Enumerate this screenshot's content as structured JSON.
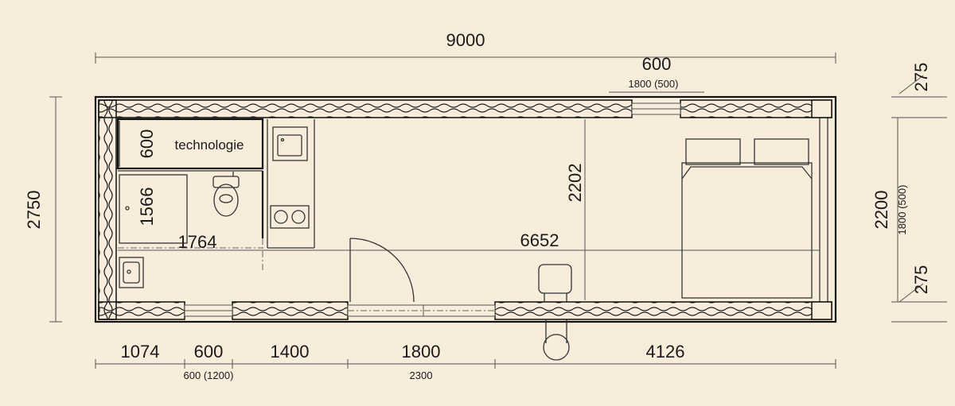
{
  "dimensions": {
    "overall_length": "9000",
    "overall_width": "2750",
    "inner_width": "2200",
    "inner_width_note": "1800 (500)",
    "right_top_offset": "275",
    "right_bottom_offset": "275",
    "top_window_width": "600",
    "top_window_note": "1800 (500)",
    "bottom_segments": [
      {
        "label": "1074",
        "note": ""
      },
      {
        "label": "600",
        "note": "600 (1200)"
      },
      {
        "label": "1400",
        "note": ""
      },
      {
        "label": "1800",
        "note": "2300"
      },
      {
        "label": "4126",
        "note": ""
      }
    ],
    "room_height": "2202",
    "room_length": "6652",
    "bath_length": "1764",
    "bath_width": "1566",
    "tech_depth": "600"
  },
  "rooms": {
    "technology_label": "technologie"
  }
}
